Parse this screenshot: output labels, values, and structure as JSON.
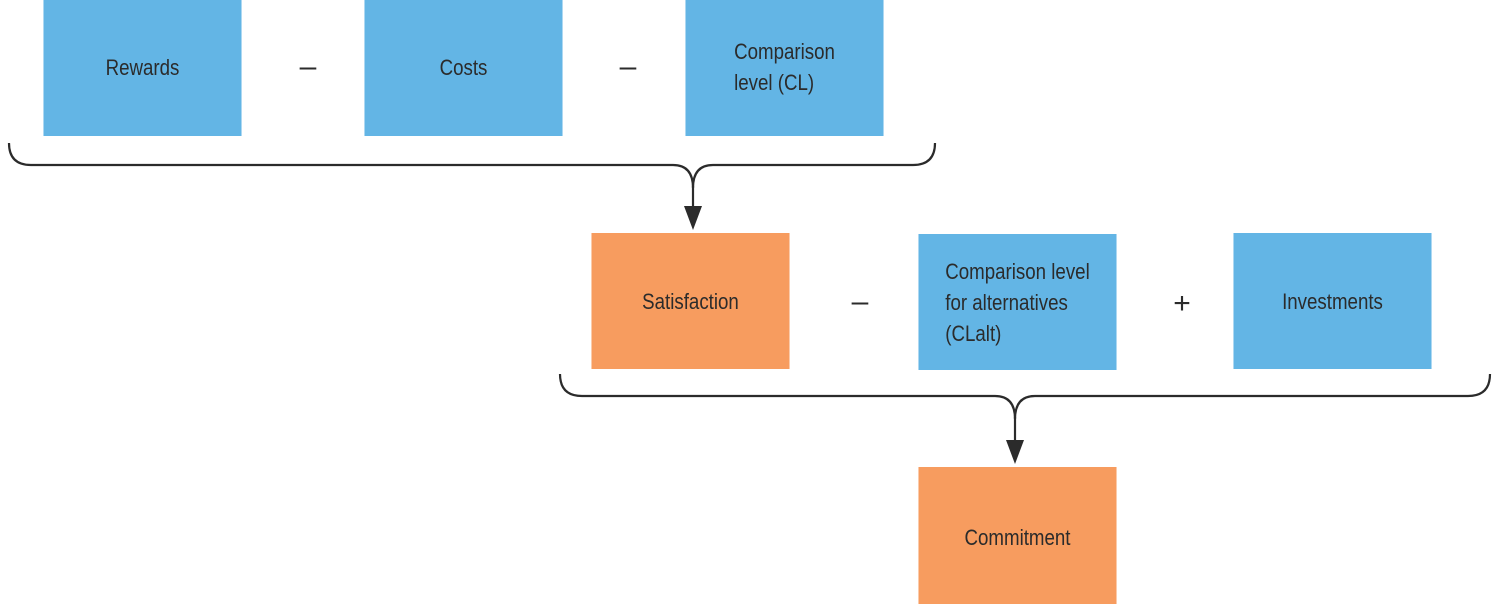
{
  "row1": {
    "rewards": "Rewards",
    "op1": "–",
    "costs": "Costs",
    "op2": "–",
    "cl": "Comparison\nlevel (CL)"
  },
  "row2": {
    "satisfaction": "Satisfaction",
    "op1": "–",
    "clalt": "Comparison level\nfor alternatives\n(CLalt)",
    "op2": "+",
    "investments": "Investments"
  },
  "row3": {
    "commitment": "Commitment"
  },
  "colors": {
    "input_box": "#63b5e5",
    "outcome_box": "#f79c5f",
    "connector": "#2b2b2b"
  }
}
